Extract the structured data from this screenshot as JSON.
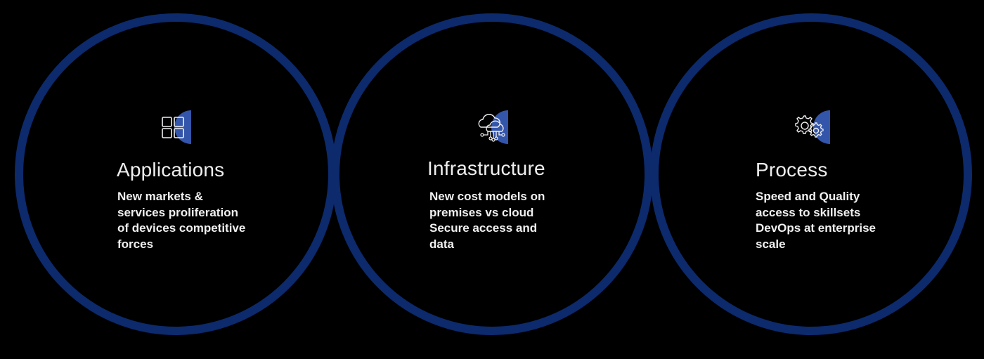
{
  "colors": {
    "background": "#000000",
    "ring": "#0c2a6c",
    "icon_accent": "#3355aa",
    "text": "#eeeeee"
  },
  "items": [
    {
      "icon": "apps-grid-icon",
      "title": "Applications",
      "description": "New markets &\nservices proliferation\nof devices competitive\nforces"
    },
    {
      "icon": "cloud-network-icon",
      "title": "Infrastructure",
      "description": "New cost models on\npremises vs cloud\nSecure access and\ndata"
    },
    {
      "icon": "gears-icon",
      "title": "Process",
      "description": "Speed and Quality\naccess to skillsets\nDevOps at enterprise\nscale"
    }
  ]
}
